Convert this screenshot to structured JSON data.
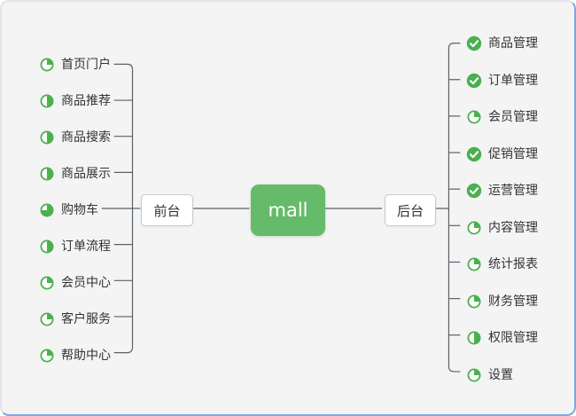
{
  "root": {
    "label": "mall"
  },
  "branches": [
    {
      "label": "前台",
      "items": [
        {
          "label": "首页门户",
          "icon": "pie-25"
        },
        {
          "label": "商品推荐",
          "icon": "pie-50"
        },
        {
          "label": "商品搜索",
          "icon": "pie-50"
        },
        {
          "label": "商品展示",
          "icon": "pie-50"
        },
        {
          "label": "购物车",
          "icon": "pie-75"
        },
        {
          "label": "订单流程",
          "icon": "pie-50"
        },
        {
          "label": "会员中心",
          "icon": "pie-25"
        },
        {
          "label": "客户服务",
          "icon": "pie-25"
        },
        {
          "label": "帮助中心",
          "icon": "pie-25"
        }
      ]
    },
    {
      "label": "后台",
      "items": [
        {
          "label": "商品管理",
          "icon": "check"
        },
        {
          "label": "订单管理",
          "icon": "check"
        },
        {
          "label": "会员管理",
          "icon": "pie-25"
        },
        {
          "label": "促销管理",
          "icon": "check"
        },
        {
          "label": "运营管理",
          "icon": "check"
        },
        {
          "label": "内容管理",
          "icon": "pie-25"
        },
        {
          "label": "统计报表",
          "icon": "pie-25"
        },
        {
          "label": "财务管理",
          "icon": "pie-25"
        },
        {
          "label": "权限管理",
          "icon": "pie-50"
        },
        {
          "label": "设置",
          "icon": "pie-25"
        }
      ]
    }
  ],
  "colors": {
    "accent_green": "#4caf50",
    "root_green": "#66bb6a",
    "line": "#59616a",
    "frame_blue": "#79a9e2",
    "background": "#f3f4f3"
  }
}
